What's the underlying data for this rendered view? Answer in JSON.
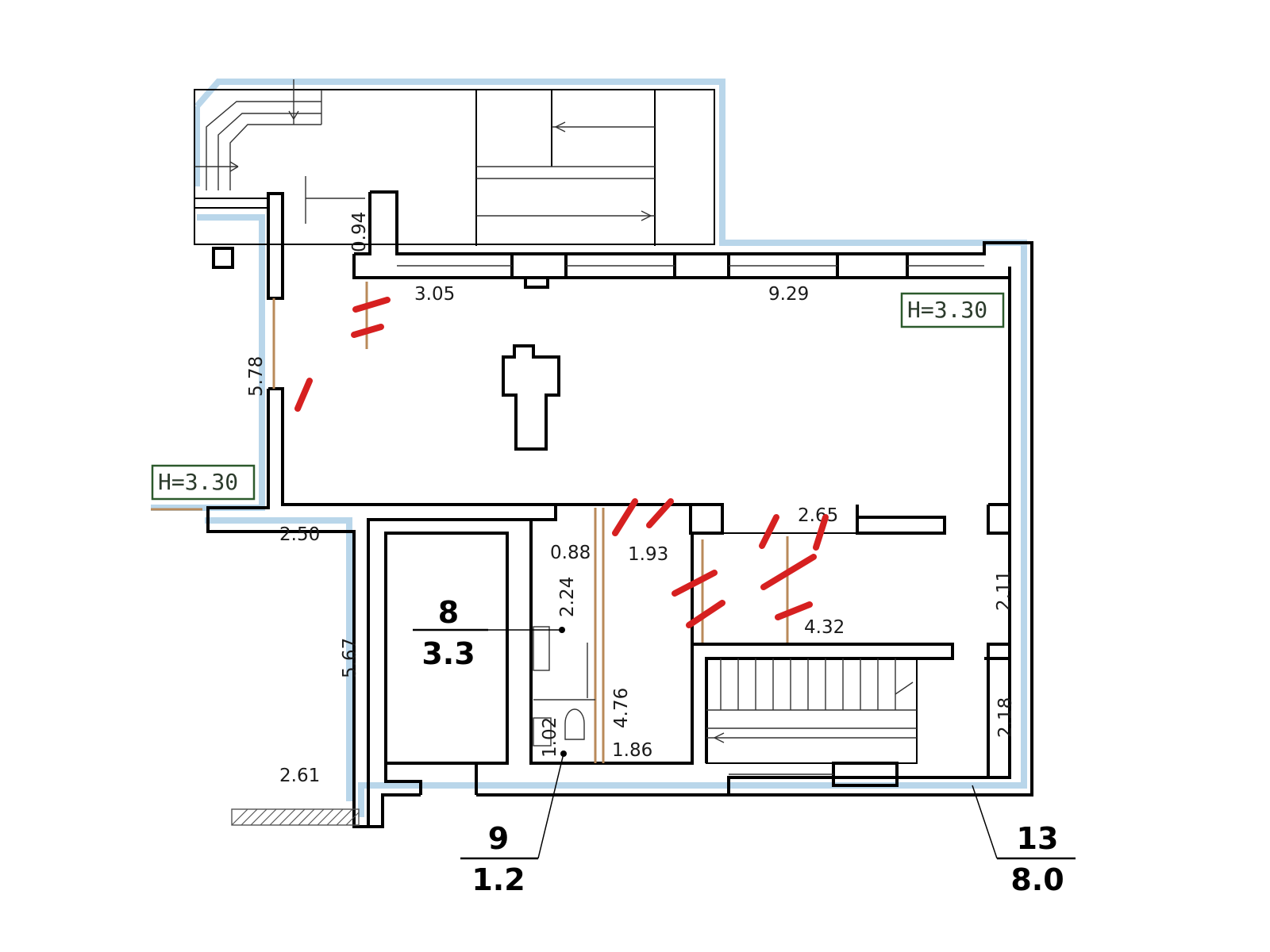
{
  "heights": {
    "main": "H=3.30",
    "left": "H=3.30"
  },
  "dimensions": {
    "d094": "0.94",
    "d305": "3.05",
    "d929": "9.29",
    "d578": "5.78",
    "d250": "2.50",
    "d088": "0.88",
    "d224": "2.24",
    "d193": "1.93",
    "d265": "2.65",
    "d211": "2.11",
    "d432": "4.32",
    "d567": "5.67",
    "d476": "4.76",
    "d102": "1.02",
    "d186": "1.86",
    "d218": "2.18",
    "d261": "2.61"
  },
  "rooms": [
    {
      "number": "8",
      "area": "3.3"
    },
    {
      "number": "9",
      "area": "1.2"
    },
    {
      "number": "13",
      "area": "8.0"
    }
  ],
  "colors": {
    "wall": "#000000",
    "outline": "#b9d6ea",
    "mark": "#d62020",
    "label_border": "#2c5a2c"
  }
}
